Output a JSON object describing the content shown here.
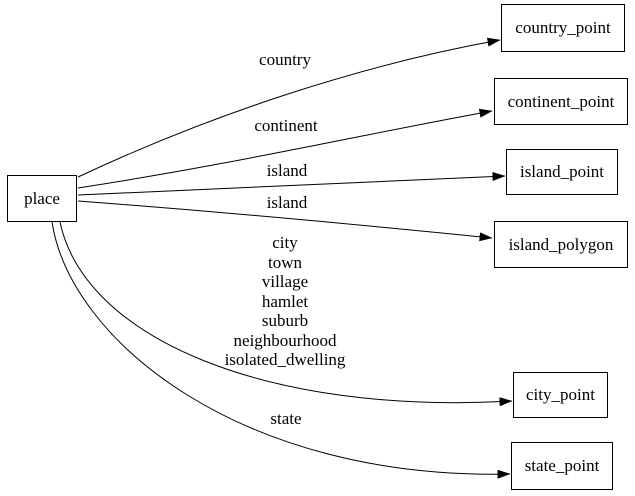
{
  "diagram": {
    "type": "directed-graph",
    "background_color": "#ffffff",
    "stroke_color": "#000000",
    "nodes": {
      "place": {
        "label": "place"
      },
      "country_point": {
        "label": "country_point"
      },
      "continent_point": {
        "label": "continent_point"
      },
      "island_point": {
        "label": "island_point"
      },
      "island_polygon": {
        "label": "island_polygon"
      },
      "city_point": {
        "label": "city_point"
      },
      "state_point": {
        "label": "state_point"
      }
    },
    "edges": [
      {
        "from": "place",
        "to": "country_point",
        "label": "country"
      },
      {
        "from": "place",
        "to": "continent_point",
        "label": "continent"
      },
      {
        "from": "place",
        "to": "island_point",
        "label": "island"
      },
      {
        "from": "place",
        "to": "island_polygon",
        "label": "island"
      },
      {
        "from": "place",
        "to": "city_point",
        "label_lines": [
          "city",
          "town",
          "village",
          "hamlet",
          "suburb",
          "neighbourhood",
          "isolated_dwelling"
        ]
      },
      {
        "from": "place",
        "to": "state_point",
        "label": "state"
      }
    ]
  }
}
